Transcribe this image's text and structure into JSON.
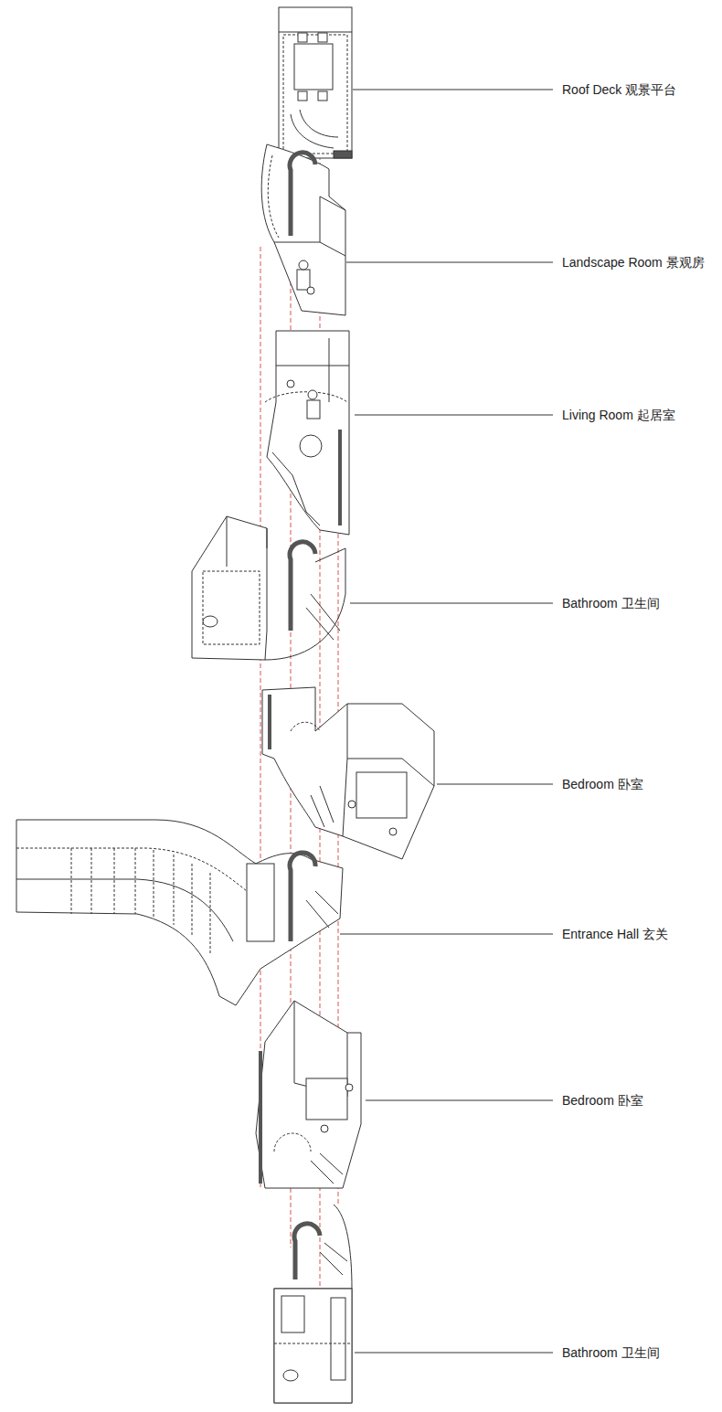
{
  "diagram": {
    "labels": [
      "Roof Deck 观景平台",
      "Landscape Room 景观房",
      "Living Room 起居室",
      "Bathroom 卫生间",
      "Bedroom 卧室",
      "Entrance Hall 玄关",
      "Bedroom 卧室",
      "Bathroom 卫生间"
    ]
  }
}
